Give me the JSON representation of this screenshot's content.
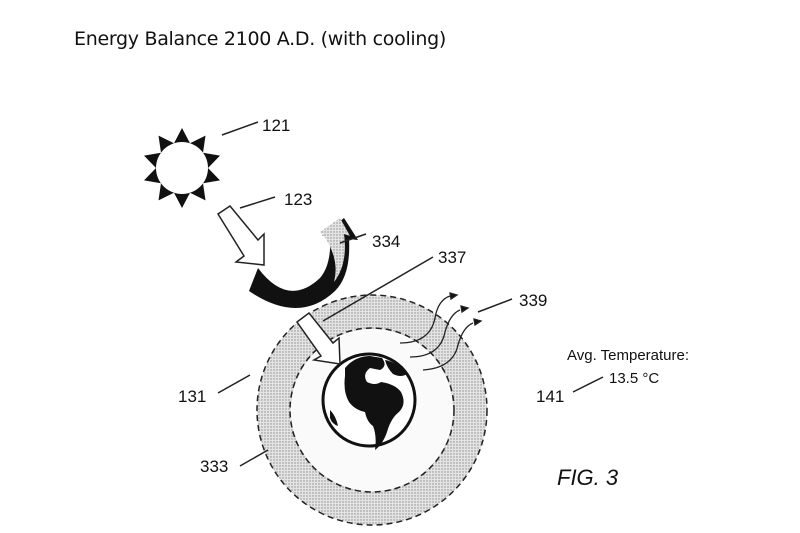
{
  "title": "Energy Balance 2100 A.D. (with cooling)",
  "labels": {
    "sun": "121",
    "incoming": "123",
    "reflected": "334",
    "layer_inner": "337",
    "outgoing": "339",
    "atmosphere": "131",
    "cooling_layer": "333",
    "temperature_ref": "141"
  },
  "temperature": {
    "caption": "Avg. Temperature:",
    "value": "13.5 °C"
  },
  "figure": "FIG. 3"
}
